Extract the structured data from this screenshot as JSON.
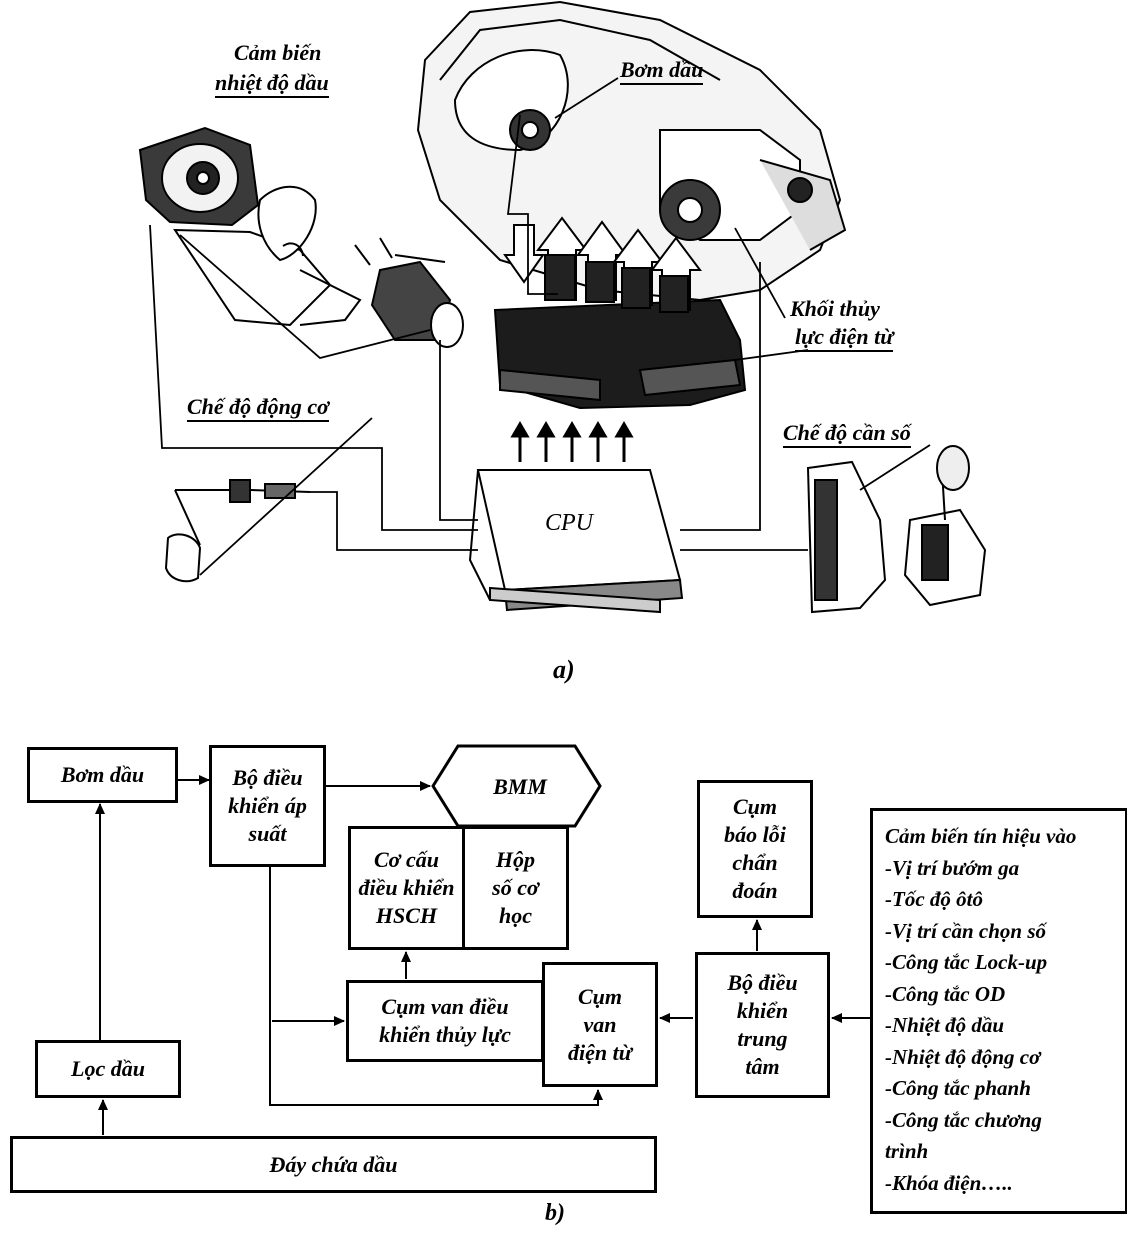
{
  "figure_a": {
    "caption": "a)",
    "labels": {
      "oil_temp_sensor_line1": "Cảm biến",
      "oil_temp_sensor_line2": "nhiệt độ dầu",
      "oil_pump": "Bơm dầu",
      "hydraulic_block_line1": "Khối thủy",
      "hydraulic_block_line2": "lực điện từ",
      "engine_mode": "Chế độ động cơ",
      "gear_lever_mode": "Chế độ cần số",
      "cpu": "CPU"
    }
  },
  "figure_b": {
    "caption": "b)",
    "boxes": {
      "oil_pump": "Bơm dầu",
      "pressure_controller": "Bộ điều\nkhiển áp\nsuất",
      "bmm": "BMM",
      "control_mechanism": "Cơ cấu\nđiều khiển\nHSCH",
      "mechanical_gearbox": "Hộp\nsố cơ\nhọc",
      "diagnostic_unit": "Cụm\nbáo lỗi\nchẩn\nđoán",
      "hydraulic_valve_unit": "Cụm van điều\nkhiển thủy  lực",
      "solenoid_valve_unit": "Cụm\nvan\nđiện từ",
      "central_controller": "Bộ điều\nkhiển\ntrung\ntâm",
      "oil_filter": "Lọc dầu",
      "oil_sump": "Đáy chứa dầu"
    },
    "input_signals": {
      "title": "Cảm biến tín hiệu vào",
      "items": [
        "-Vị trí bướm ga",
        "-Tốc độ ôtô",
        "-Vị  trí cần chọn số",
        "-Công tắc Lock-up",
        "-Công tắc OD",
        "-Nhiệt độ dầu",
        "-Nhiệt độ động cơ",
        "-Công tắc phanh",
        "-Công tắc chương",
        "trình",
        "-Khóa điện….."
      ]
    }
  }
}
